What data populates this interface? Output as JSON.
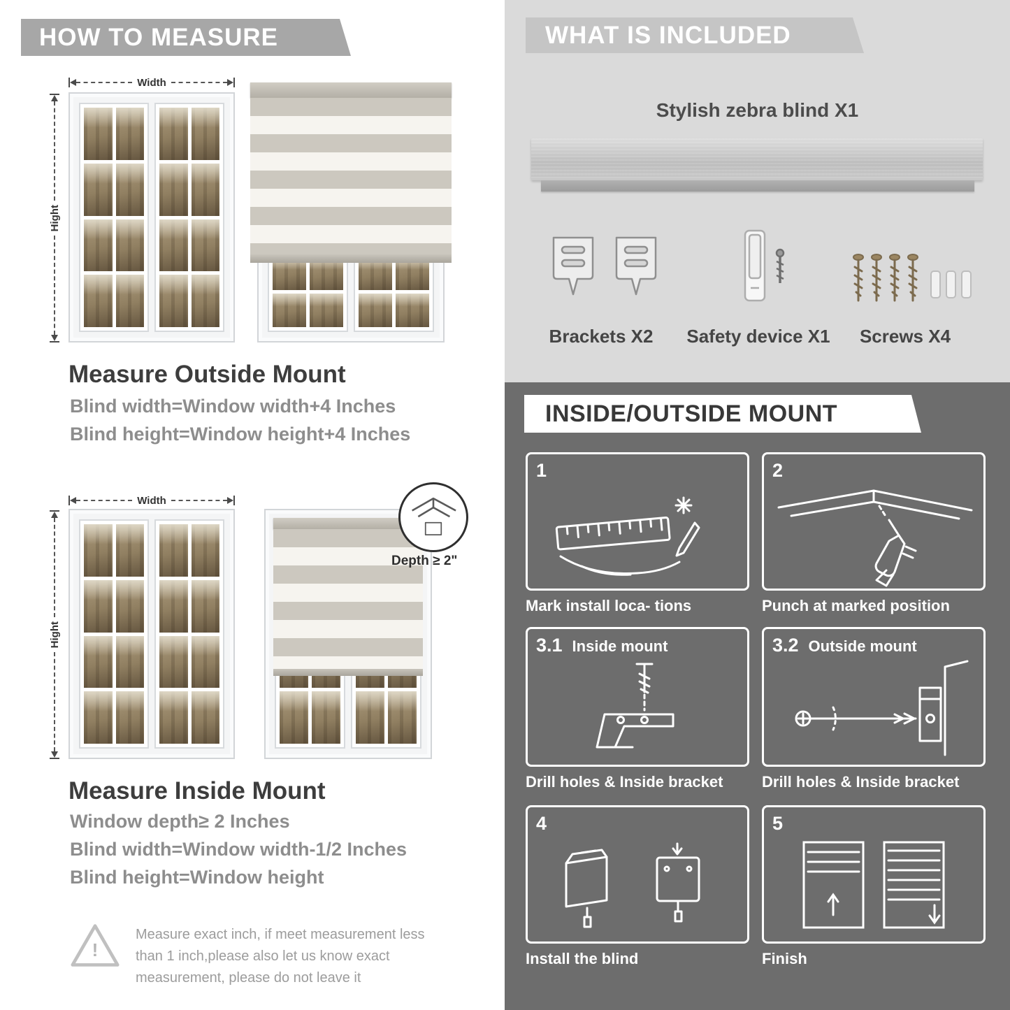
{
  "left": {
    "banner": "HOW TO MEASURE",
    "labels": {
      "width": "Width",
      "height": "Hight"
    },
    "outside": {
      "heading": "Measure Outside Mount",
      "lines": [
        "Blind width=Window width+4 Inches",
        "Blind height=Window height+4 Inches"
      ]
    },
    "inside": {
      "heading": "Measure Inside Mount",
      "depth_note": "Depth ≥ 2\"",
      "lines": [
        "Window depth≥ 2 Inches",
        "Blind width=Window width-1/2 Inches",
        "Blind height=Window height"
      ]
    },
    "warning": {
      "mark": "!",
      "text": "Measure exact inch, if meet measurement less than 1 inch,please also let us know exact measurement, please do not leave it"
    }
  },
  "right": {
    "included": {
      "banner": "WHAT IS INCLUDED",
      "blind_label": "Stylish zebra blind X1",
      "items": [
        {
          "label": "Brackets X2"
        },
        {
          "label": "Safety device X1"
        },
        {
          "label": "Screws X4"
        }
      ]
    },
    "mount": {
      "banner": "INSIDE/OUTSIDE MOUNT",
      "steps": [
        {
          "num": "1",
          "title": "",
          "caption": "Mark install loca- tions"
        },
        {
          "num": "2",
          "title": "",
          "caption": "Punch at  marked position"
        },
        {
          "num": "3.1",
          "title": "Inside mount",
          "caption": "Drill holes &  Inside bracket"
        },
        {
          "num": "3.2",
          "title": "Outside mount",
          "caption": "Drill holes &  Inside bracket"
        },
        {
          "num": "4",
          "title": "",
          "caption": "Install the blind"
        },
        {
          "num": "5",
          "title": "",
          "caption": "Finish"
        }
      ]
    }
  }
}
